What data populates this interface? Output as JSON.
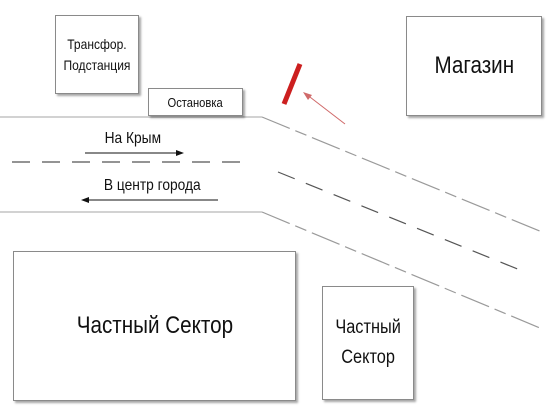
{
  "buildings": {
    "substation": "Трансфор.\nПодстанция",
    "store": "Магазин",
    "bus_stop": "Остановка",
    "private_sector_large": "Частный Сектор",
    "private_sector_small": "Частный\nСектор"
  },
  "directions": {
    "to_crimea": "На Крым",
    "to_city_center": "В центр города"
  },
  "colors": {
    "stop_marker": "#cc1f1f",
    "pointer_arrow": "#d06a6a",
    "road_lines": "#b8b8b8",
    "arrows": "#111111"
  },
  "icons": {
    "stop_marker": "red-bar-marker",
    "pointer": "thin-arrow-icon"
  }
}
